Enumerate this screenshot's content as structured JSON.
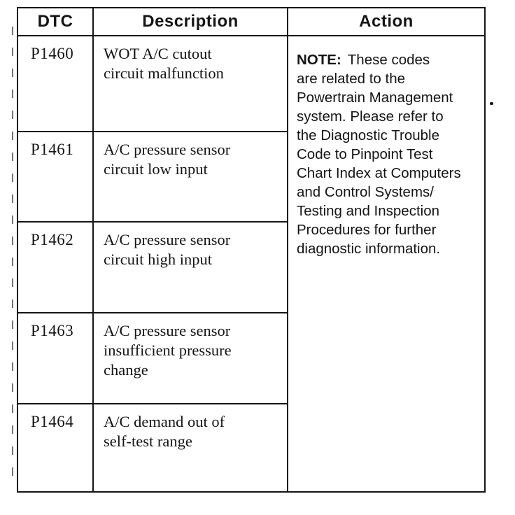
{
  "page": {
    "paper_color": "#ffffff",
    "ink_color": "#151515"
  },
  "table": {
    "headers": {
      "dtc": "DTC",
      "description": "Description",
      "action": "Action"
    },
    "rows": [
      {
        "code": "P1460",
        "description": "WOT A/C cutout\ncircuit malfunction"
      },
      {
        "code": "P1461",
        "description": "A/C pressure sensor\ncircuit low input"
      },
      {
        "code": "P1462",
        "description": "A/C pressure sensor\ncircuit high input"
      },
      {
        "code": "P1463",
        "description": "A/C pressure sensor\ninsufficient pressure\nchange"
      },
      {
        "code": "P1464",
        "description": "A/C demand out of\nself-test range"
      }
    ],
    "action_note": {
      "label": "NOTE:",
      "text": "These codes\nare related to the\nPowertrain Management\nsystem. Please refer to\nthe Diagnostic Trouble\nCode to Pinpoint Test\nChart Index at Computers\nand Control Systems/\nTesting and Inspection\nProcedures for further\ndiagnostic information."
    }
  }
}
